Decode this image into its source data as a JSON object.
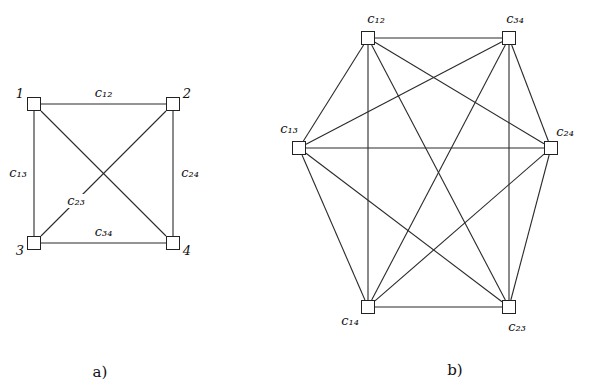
{
  "diagram": {
    "nodes": [
      {
        "text": [
          "1"
        ]
      },
      {
        "text": [
          "2"
        ]
      },
      {
        "text": [
          "3"
        ]
      },
      {
        "text": [
          "4"
        ]
      },
      {
        "text": [
          "c₁₂"
        ]
      },
      {
        "text": [
          "c₃₄"
        ]
      },
      {
        "text": [
          "c₁₃"
        ]
      },
      {
        "text": [
          "c₂₄"
        ]
      },
      {
        "text": [
          "c₁₄"
        ]
      },
      {
        "text": [
          "c₂₃"
        ]
      }
    ],
    "edges": [
      {
        "from": 0,
        "to": 1,
        "arrow": "none",
        "label": "c₁₂"
      },
      {
        "from": 0,
        "to": 2,
        "arrow": "none",
        "label": "c₁₃"
      },
      {
        "from": 1,
        "to": 3,
        "arrow": "none",
        "label": "c₂₄"
      },
      {
        "from": 2,
        "to": 3,
        "arrow": "none",
        "label": "c₃₄"
      },
      {
        "from": 1,
        "to": 2,
        "arrow": "none",
        "label": "c₂₃"
      },
      {
        "from": 0,
        "to": 3,
        "arrow": "none"
      },
      {
        "from": 4,
        "to": 5,
        "arrow": "none"
      },
      {
        "from": 4,
        "to": 6,
        "arrow": "none"
      },
      {
        "from": 4,
        "to": 7,
        "arrow": "none"
      },
      {
        "from": 4,
        "to": 8,
        "arrow": "none"
      },
      {
        "from": 4,
        "to": 9,
        "arrow": "none"
      },
      {
        "from": 5,
        "to": 6,
        "arrow": "none"
      },
      {
        "from": 5,
        "to": 7,
        "arrow": "none"
      },
      {
        "from": 5,
        "to": 8,
        "arrow": "none"
      },
      {
        "from": 5,
        "to": 9,
        "arrow": "none"
      },
      {
        "from": 6,
        "to": 7,
        "arrow": "none"
      },
      {
        "from": 6,
        "to": 8,
        "arrow": "none"
      },
      {
        "from": 6,
        "to": 9,
        "arrow": "none"
      },
      {
        "from": 7,
        "to": 8,
        "arrow": "none"
      },
      {
        "from": 7,
        "to": 9,
        "arrow": "none"
      },
      {
        "from": 8,
        "to": 9,
        "arrow": "none"
      }
    ],
    "labels": [
      "a)",
      "b)"
    ]
  }
}
